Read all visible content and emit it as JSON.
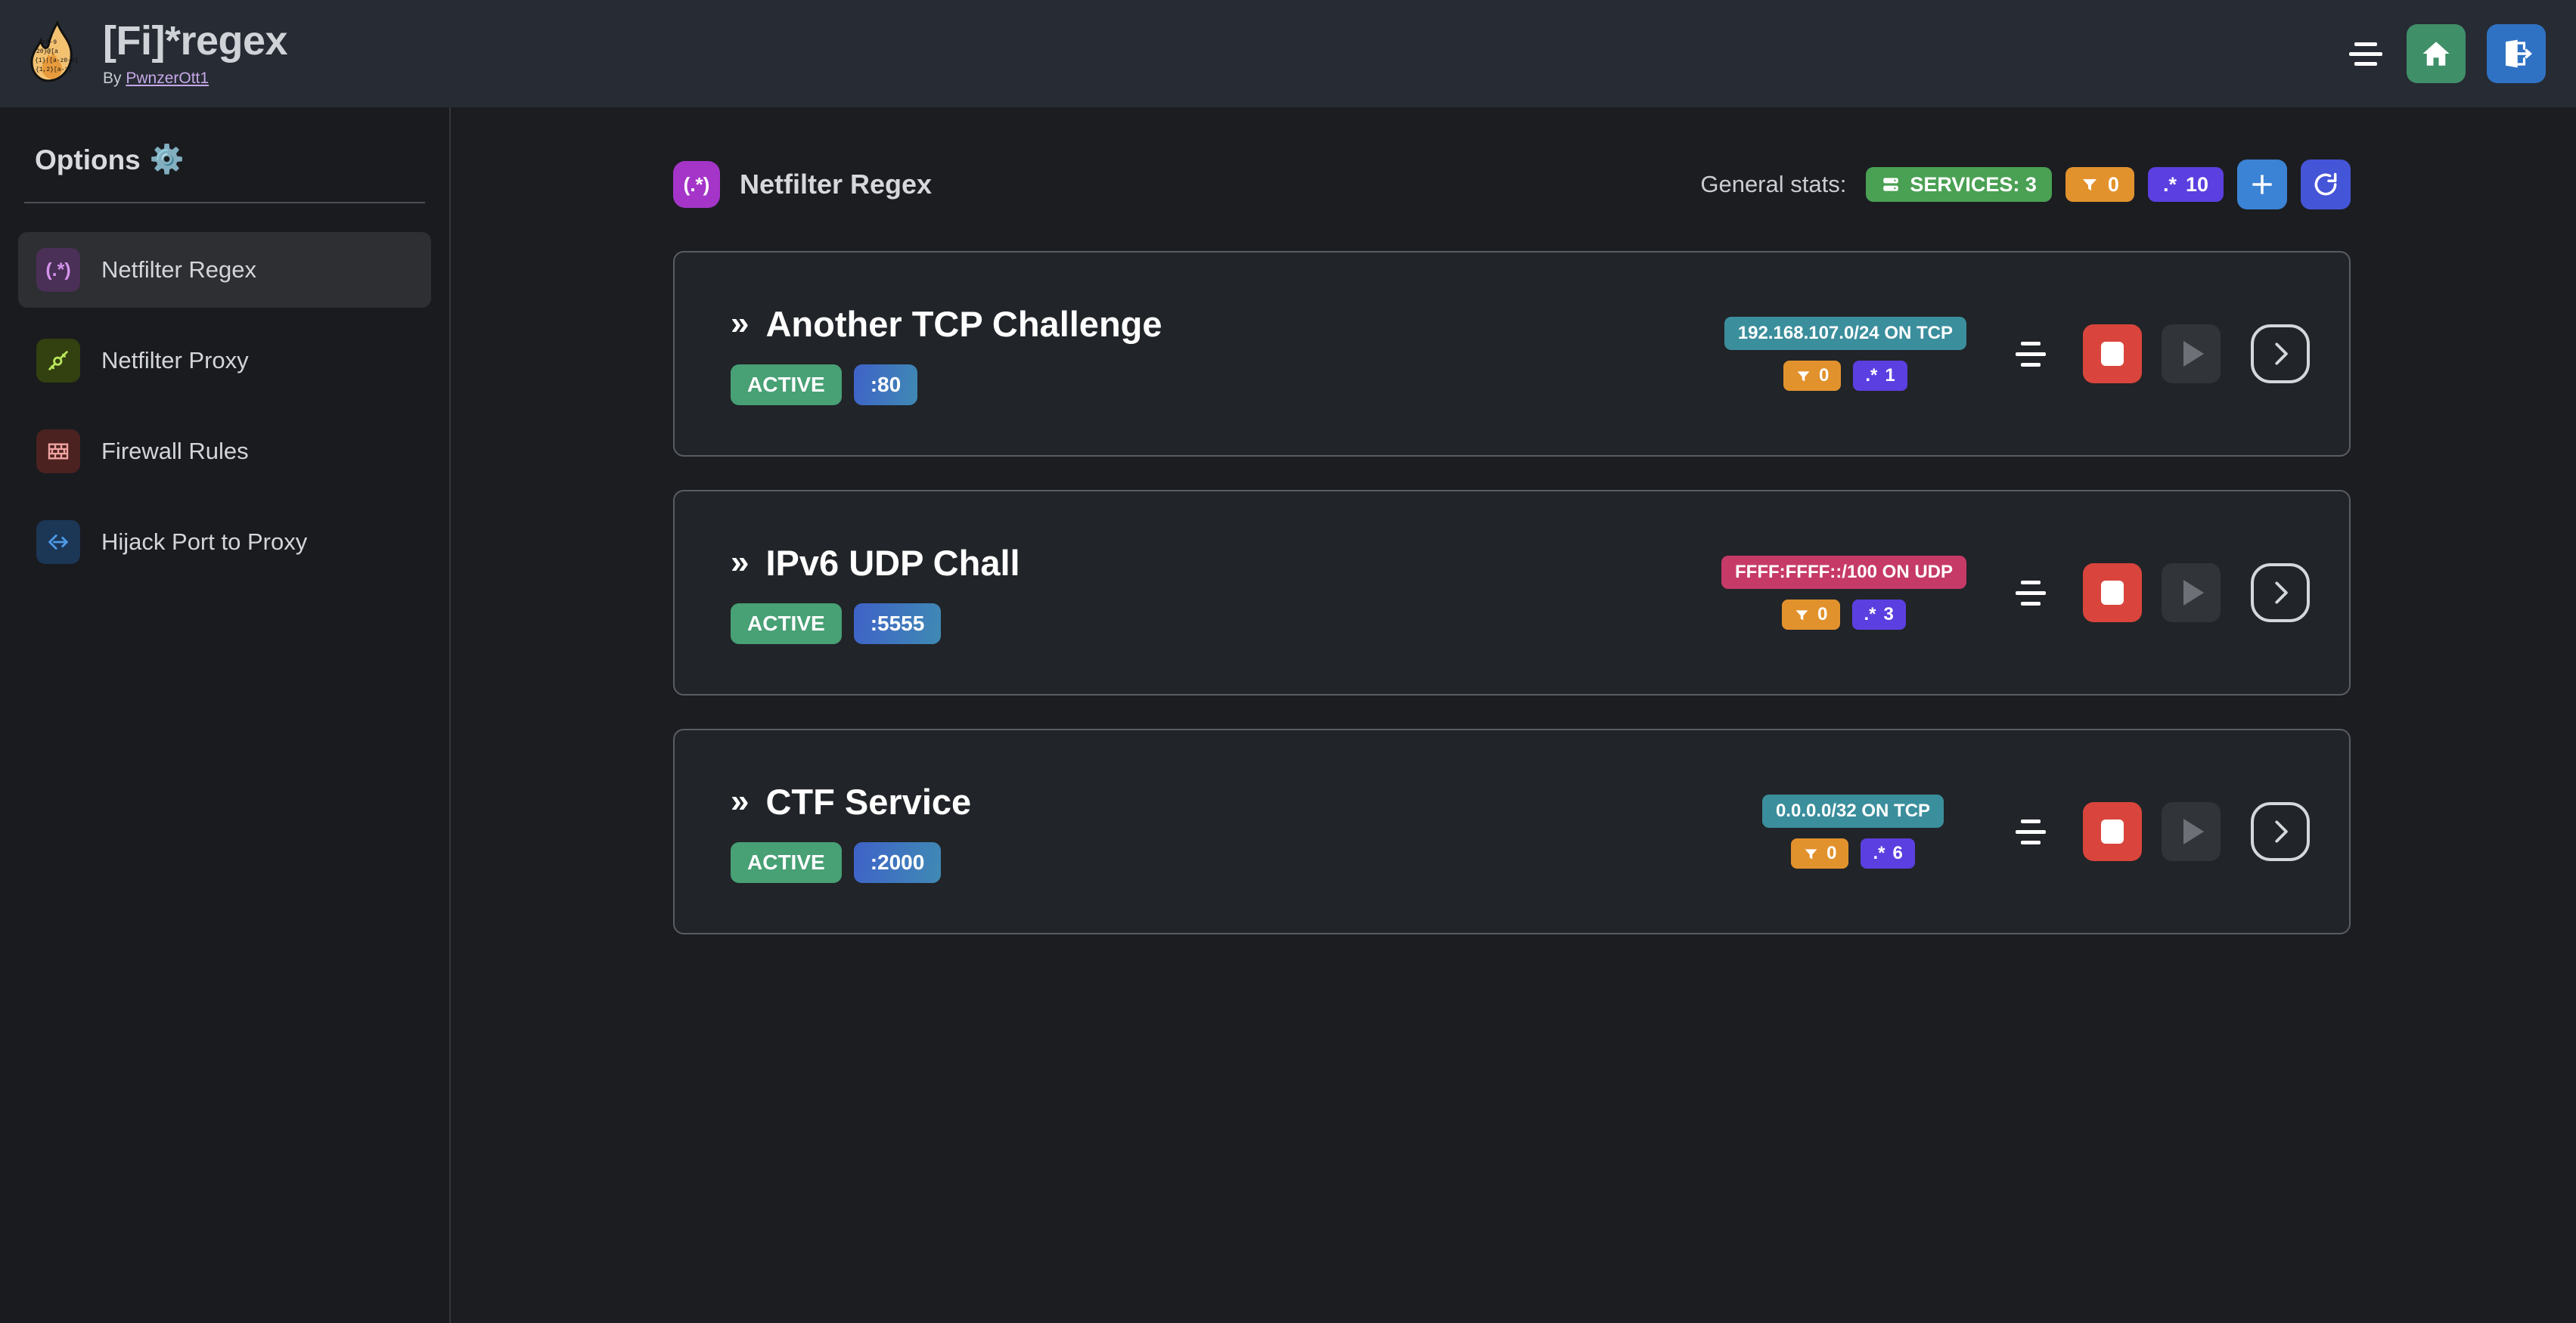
{
  "topbar": {
    "title": "[Fi]*regex",
    "by_prefix": "By ",
    "author": "PwnzerOtt1",
    "logo_icon": "flame-regex-logo",
    "menu_icon": "hamburger-menu-icon",
    "home_icon": "home-icon",
    "logout_icon": "logout-icon"
  },
  "sidebar": {
    "heading": "Options",
    "heading_icon": "⚙️",
    "items": [
      {
        "label": "Netfilter Regex",
        "icon": "regex-icon",
        "icon_glyph": "(.*)",
        "active": true
      },
      {
        "label": "Netfilter Proxy",
        "icon": "plug-icon",
        "icon_glyph": "",
        "active": false
      },
      {
        "label": "Firewall Rules",
        "icon": "brick-wall-icon",
        "icon_glyph": "",
        "active": false
      },
      {
        "label": "Hijack Port to Proxy",
        "icon": "fork-arrow-icon",
        "icon_glyph": "",
        "active": false
      }
    ]
  },
  "page": {
    "icon": "regex-icon",
    "icon_glyph": "(.*)",
    "title": "Netfilter Regex",
    "stats_label": "General stats:",
    "stats": {
      "services_icon": "server-icon",
      "services_label": "SERVICES: 3",
      "filters_icon": "filter-icon",
      "filters_count": "0",
      "regex_icon": ".*",
      "regex_count": "10"
    },
    "add_button_icon": "plus-icon",
    "refresh_button_icon": "refresh-icon"
  },
  "services": [
    {
      "chevron": "»",
      "name": "Another TCP Challenge",
      "status": "ACTIVE",
      "port": ":80",
      "network": "192.168.107.0/24 ON TCP",
      "network_color": "teal",
      "filters_icon": "filter-icon",
      "filters_count": "0",
      "regex_icon": ".*",
      "regex_count": "1",
      "handle_icon": "drag-handle-icon",
      "stop_icon": "stop-icon",
      "play_icon": "play-icon",
      "open_icon": "chevron-right-icon"
    },
    {
      "chevron": "»",
      "name": "IPv6 UDP Chall",
      "status": "ACTIVE",
      "port": ":5555",
      "network": "FFFF:FFFF::/100 ON UDP",
      "network_color": "pink",
      "filters_icon": "filter-icon",
      "filters_count": "0",
      "regex_icon": ".*",
      "regex_count": "3",
      "handle_icon": "drag-handle-icon",
      "stop_icon": "stop-icon",
      "play_icon": "play-icon",
      "open_icon": "chevron-right-icon"
    },
    {
      "chevron": "»",
      "name": "CTF Service",
      "status": "ACTIVE",
      "port": ":2000",
      "network": "0.0.0.0/32 ON TCP",
      "network_color": "teal",
      "filters_icon": "filter-icon",
      "filters_count": "0",
      "regex_icon": ".*",
      "regex_count": "6",
      "handle_icon": "drag-handle-icon",
      "stop_icon": "stop-icon",
      "play_icon": "play-icon",
      "open_icon": "chevron-right-icon"
    }
  ],
  "colors": {
    "page_bg": "#1b1d21",
    "topbar_bg": "#272b33",
    "card_bg": "#212428",
    "card_border": "#5a5d63",
    "accent_purple": "#a435c8",
    "green": "#4aa053",
    "orange": "#e2922d",
    "purple": "#5c3fe0",
    "teal": "#3b8e9c",
    "pink": "#c63a67",
    "red": "#d9453c"
  }
}
